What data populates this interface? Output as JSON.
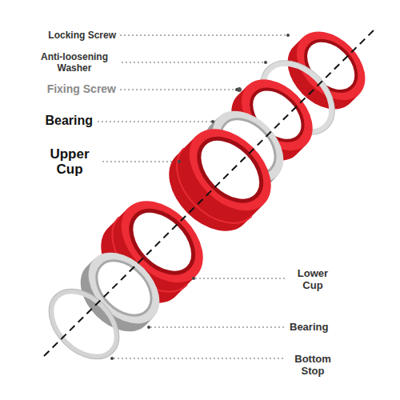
{
  "diagram": {
    "labels": [
      "Locking Screw",
      "Anti-loosening Washer",
      "Fixing Screw",
      "Bearing",
      "Upper Cup",
      "Lower Cup",
      "Bearing",
      "Bottom Stop"
    ]
  }
}
